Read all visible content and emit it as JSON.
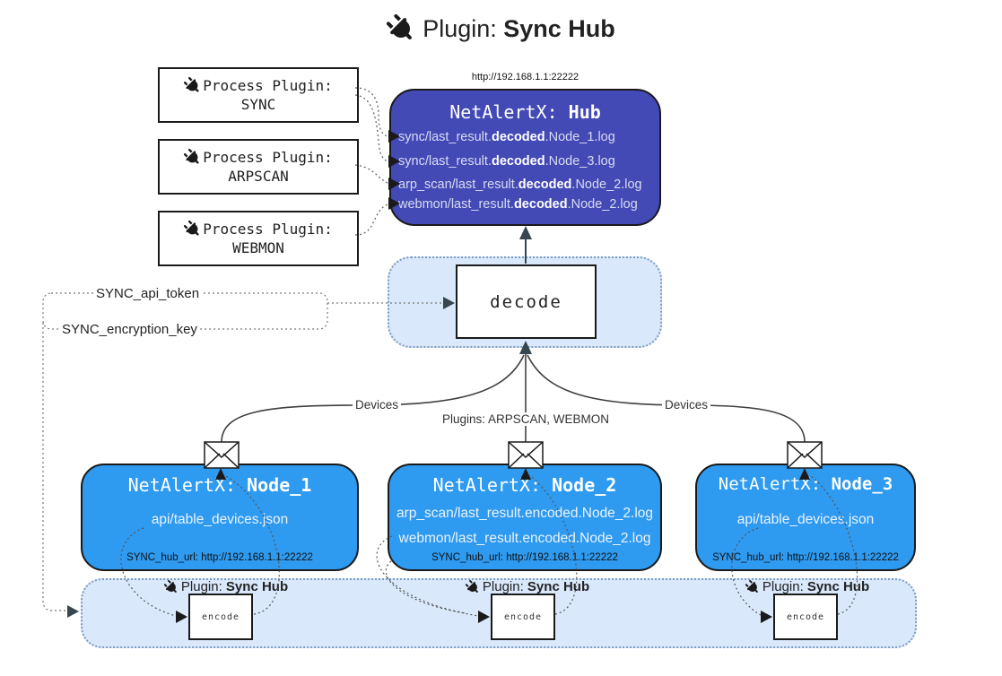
{
  "title": {
    "prefix": "Plugin: ",
    "name": "Sync Hub"
  },
  "process_plugins": [
    {
      "label": "Process Plugin:",
      "name": "SYNC"
    },
    {
      "label": "Process Plugin:",
      "name": "ARPSCAN"
    },
    {
      "label": "Process Plugin:",
      "name": "WEBMON"
    }
  ],
  "hub": {
    "url": "http://192.168.1.1:22222",
    "title_prefix": "NetAlertX: ",
    "title_name": "Hub",
    "logs": [
      {
        "pre": "sync/last_result.",
        "bold": "decoded",
        "post": ".Node_1.log"
      },
      {
        "pre": "sync/last_result.",
        "bold": "decoded",
        "post": ".Node_3.log"
      },
      {
        "pre": "arp_scan/last_result.",
        "bold": "decoded",
        "post": ".Node_2.log"
      },
      {
        "pre": "webmon/last_result.",
        "bold": "decoded",
        "post": ".Node_2.log"
      }
    ]
  },
  "decode": {
    "label": "decode"
  },
  "settings": {
    "api_token": "SYNC_api_token",
    "encryption_key": "SYNC_encryption_key"
  },
  "edges": {
    "devices_left": "Devices",
    "devices_right": "Devices",
    "plugins_center": "Plugins: ARPSCAN, WEBMON"
  },
  "nodes": [
    {
      "title_prefix": "NetAlertX: ",
      "title_name": "Node_1",
      "files": [
        "api/table_devices.json"
      ],
      "hub_url": "SYNC_hub_url: http://192.168.1.1:22222"
    },
    {
      "title_prefix": "NetAlertX: ",
      "title_name": "Node_2",
      "files": [
        "arp_scan/last_result.encoded.Node_2.log",
        "webmon/last_result.encoded.Node_2.log"
      ],
      "hub_url": "SYNC_hub_url: http://192.168.1.1:22222"
    },
    {
      "title_prefix": "NetAlertX: ",
      "title_name": "Node_3",
      "files": [
        "api/table_devices.json"
      ],
      "hub_url": "SYNC_hub_url: http://192.168.1.1:22222"
    }
  ],
  "encode_section": {
    "plugin_prefix": "Plugin: ",
    "plugin_name": "Sync Hub",
    "encode_label": "encode"
  },
  "icons": {
    "plug": "plug-icon",
    "envelope": "envelope-icon"
  },
  "colors": {
    "hub_fill": "#4349B5",
    "node_fill": "#2E9AF0",
    "panel_fill": "#D9E8FB",
    "panel_border": "#7D9CC0"
  }
}
